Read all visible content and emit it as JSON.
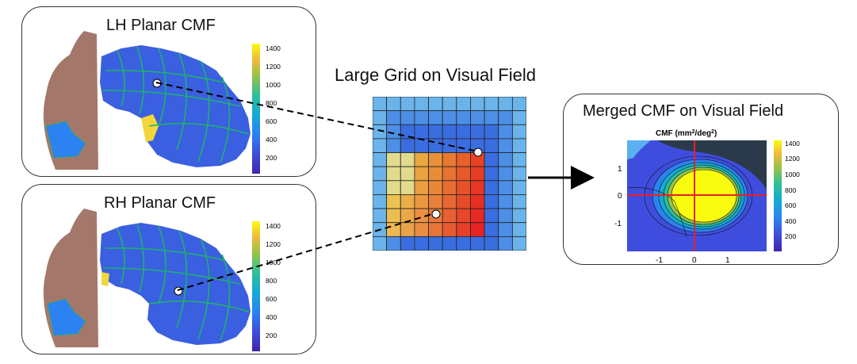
{
  "lh_panel": {
    "title": "LH Planar CMF",
    "colorbar_ticks": [
      "1400",
      "1200",
      "1000",
      "800",
      "600",
      "400",
      "200"
    ]
  },
  "rh_panel": {
    "title": "RH Planar CMF",
    "colorbar_ticks": [
      "1400",
      "1200",
      "1000",
      "800",
      "600",
      "400",
      "200"
    ]
  },
  "grid": {
    "title": "Large Grid on Visual Field"
  },
  "merged_panel": {
    "title": "Merged CMF on Visual Field",
    "cmf_label": "CMF (mm",
    "cmf_sup1": "2",
    "cmf_mid": "/deg",
    "cmf_sup2": "2",
    "cmf_end": ")",
    "y_ticks": [
      "1",
      "0",
      "-1"
    ],
    "x_ticks": [
      "-1",
      "0",
      "1"
    ],
    "colorbar_ticks": [
      "1400",
      "1200",
      "1000",
      "800",
      "600",
      "400",
      "200"
    ]
  },
  "colors": {
    "brain": "#a3786b",
    "parula_low": "#3e26a8",
    "parula_mid": "#12b2a8",
    "parula_high": "#f9fb0e",
    "crosshair": "#e8202a"
  }
}
